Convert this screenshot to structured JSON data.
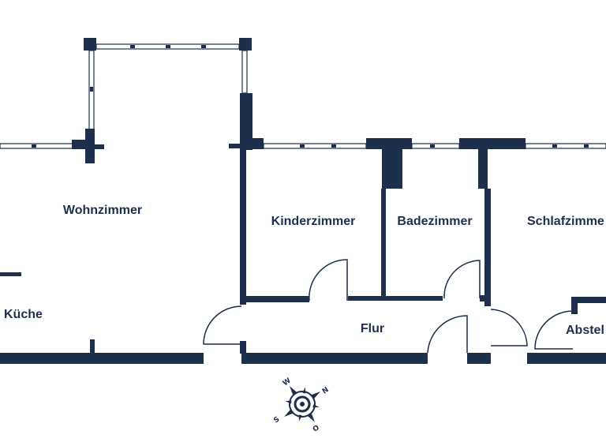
{
  "colors": {
    "wall": "#1d2f4d",
    "background": "#ffffff"
  },
  "rooms": [
    {
      "id": "wohnzimmer",
      "label": "Wohnzimmer"
    },
    {
      "id": "kinderzimmer",
      "label": "Kinderzimmer"
    },
    {
      "id": "badezimmer",
      "label": "Badezimmer"
    },
    {
      "id": "schlafzimmer",
      "label": "Schlafzimme"
    },
    {
      "id": "kueche",
      "label": "Küche"
    },
    {
      "id": "flur",
      "label": "Flur"
    },
    {
      "id": "abstell",
      "label": "Abstel"
    }
  ],
  "compass": {
    "n": "N",
    "s": "S",
    "w": "W",
    "o": "O"
  }
}
